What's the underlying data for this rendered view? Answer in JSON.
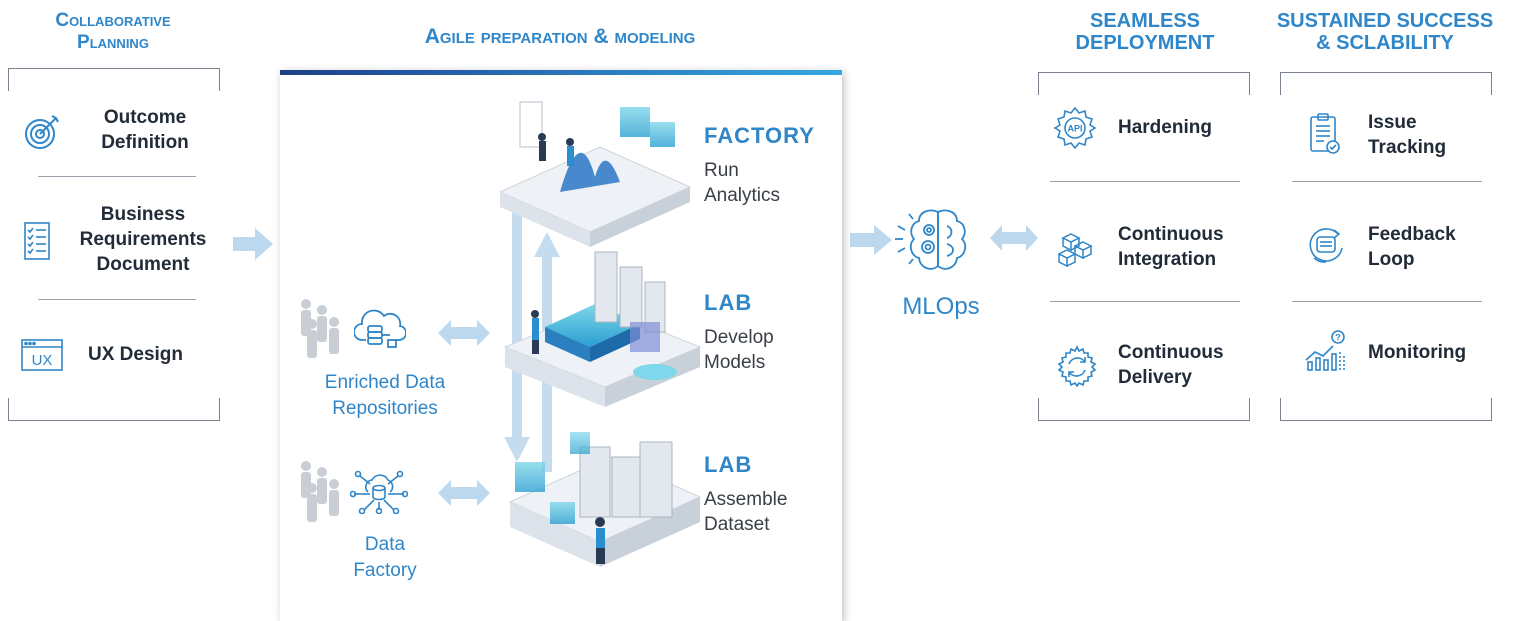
{
  "col1": {
    "title_line1": "Collaborative",
    "title_line2": "Planning",
    "items": [
      {
        "line1": "Outcome",
        "line2": "Definition",
        "icon": "target-icon"
      },
      {
        "line1": "Business",
        "line2": "Requirements",
        "line3": "Document",
        "icon": "checklist-icon"
      },
      {
        "line1": "UX Design",
        "icon": "ux-window-icon"
      }
    ]
  },
  "col2": {
    "title": "Agile preparation & modeling",
    "levels": [
      {
        "title": "FACTORY",
        "sub1": "Run",
        "sub2": "Analytics"
      },
      {
        "title": "LAB",
        "sub1": "Develop",
        "sub2": "Models"
      },
      {
        "title": "LAB",
        "sub1": "Assemble",
        "sub2": "Dataset"
      }
    ],
    "sources": [
      {
        "line1": "Enriched Data",
        "line2": "Repositories",
        "icon": "cloud-database-icon"
      },
      {
        "line1": "Data",
        "line2": "Factory",
        "icon": "data-network-icon"
      }
    ]
  },
  "mlops": {
    "label": "MLOps",
    "icon": "brain-gear-icon"
  },
  "col3": {
    "title_line1": "SEAMLESS",
    "title_line2": "DEPLOYMENT",
    "items": [
      {
        "line1": "Hardening",
        "icon": "api-gear-icon"
      },
      {
        "line1": "Continuous",
        "line2": "Integration",
        "icon": "cubes-icon"
      },
      {
        "line1": "Continuous",
        "line2": "Delivery",
        "icon": "cycle-icon"
      }
    ]
  },
  "col4": {
    "title_line1": "SUSTAINED SUCCESS",
    "title_line2": "& SCLABILITY",
    "items": [
      {
        "line1": "Issue",
        "line2": "Tracking",
        "icon": "clipboard-icon"
      },
      {
        "line1": "Feedback",
        "line2": "Loop",
        "icon": "feedback-icon"
      },
      {
        "line1": "Monitoring",
        "icon": "bar-chart-question-icon"
      }
    ]
  },
  "colors": {
    "accent": "#2f86c8",
    "arrow": "#bcd8ee",
    "panel_bar_start": "#1e3f8a",
    "panel_bar_end": "#35a8e0"
  }
}
